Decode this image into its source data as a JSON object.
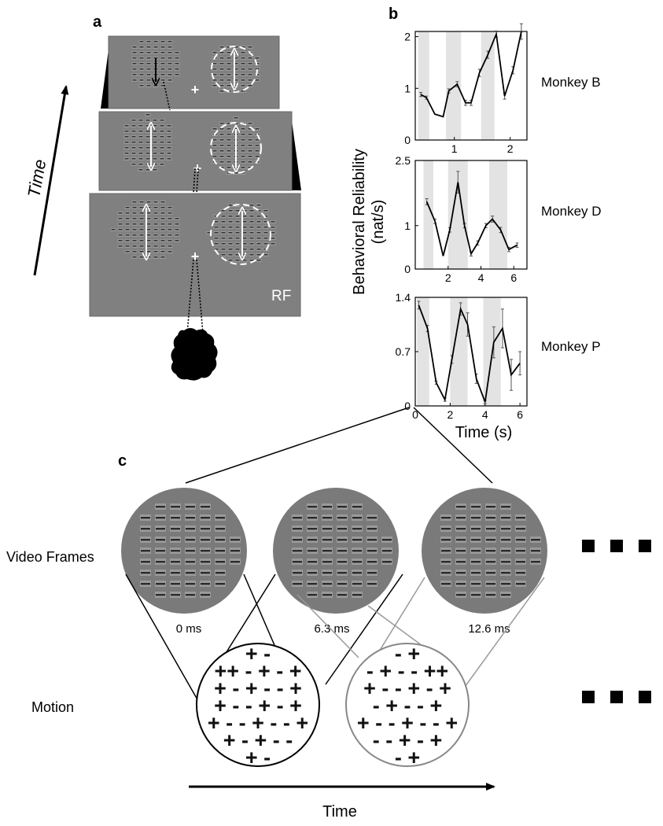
{
  "figure": {
    "panel_a": {
      "letter": "a",
      "time_label": "Time",
      "rf_label": "RF",
      "fixation_symbol": "+"
    },
    "panel_b": {
      "letter": "b",
      "ylabel_line1": "Behavioral Reliability",
      "ylabel_line2": "(nat/s)",
      "xlabel": "Time (s)"
    },
    "panel_c": {
      "letter": "c",
      "row_labels": [
        "Video Frames",
        "Motion"
      ],
      "frame_times": [
        "0 ms",
        "6.3 ms",
        "12.6 ms"
      ],
      "time_label": "Time",
      "motion_sign_rows": [
        [
          "+ -",
          "++ - + - +",
          "+ - + - - +",
          "+ - - + - +",
          "+ - - + - - +",
          "+ - + - -",
          "+ -"
        ],
        [
          "- +",
          "- + - - ++",
          "+ - - + - +",
          "- + - - +",
          "+ - - + - - +",
          "- - + - +",
          "- +"
        ]
      ]
    }
  },
  "chart_data": [
    {
      "type": "line",
      "name": "Monkey B",
      "x_ticks": [
        1,
        2
      ],
      "y_ticks": [
        0,
        1,
        2
      ],
      "xlim": [
        0.3,
        2.3
      ],
      "ylim": [
        0,
        2.1
      ],
      "shaded_intervals": [
        [
          0.35,
          0.55
        ],
        [
          0.85,
          1.12
        ],
        [
          1.48,
          1.72
        ]
      ],
      "x": [
        0.4,
        0.5,
        0.65,
        0.8,
        0.9,
        1.05,
        1.2,
        1.3,
        1.45,
        1.6,
        1.75,
        1.9,
        2.05,
        2.2
      ],
      "y": [
        0.88,
        0.82,
        0.5,
        0.45,
        0.95,
        1.08,
        0.72,
        0.72,
        1.3,
        1.65,
        2.05,
        0.85,
        1.35,
        2.1
      ],
      "errors": [
        0.04,
        0.03,
        0.0,
        0.0,
        0.04,
        0.05,
        0.05,
        0.05,
        0.07,
        0.07,
        0.06,
        0.06,
        0.07,
        0.15
      ]
    },
    {
      "type": "line",
      "name": "Monkey D",
      "x_ticks": [
        2,
        4,
        6
      ],
      "y_ticks": [
        0,
        1,
        2.5
      ],
      "xlim": [
        0,
        6.8
      ],
      "ylim": [
        0,
        2.5
      ],
      "shaded_intervals": [
        [
          0.5,
          1.1
        ],
        [
          2.0,
          3.2
        ],
        [
          4.5,
          5.6
        ]
      ],
      "x": [
        0.7,
        1.2,
        1.7,
        2.1,
        2.6,
        3.0,
        3.4,
        3.8,
        4.3,
        4.7,
        5.2,
        5.7,
        6.2
      ],
      "y": [
        1.55,
        1.1,
        0.3,
        0.9,
        2.0,
        1.0,
        0.35,
        0.6,
        1.0,
        1.15,
        0.9,
        0.45,
        0.55
      ],
      "errors": [
        0.07,
        0.05,
        0.0,
        0.05,
        0.25,
        0.05,
        0.05,
        0.05,
        0.05,
        0.07,
        0.06,
        0.05,
        0.05
      ]
    },
    {
      "type": "line",
      "name": "Monkey P",
      "x_ticks": [
        0,
        2,
        4,
        6
      ],
      "y_ticks": [
        0,
        0.7,
        1.4
      ],
      "xlim": [
        0,
        6.4
      ],
      "ylim": [
        0,
        1.4
      ],
      "shaded_intervals": [
        [
          0.1,
          0.8
        ],
        [
          2.0,
          3.0
        ],
        [
          3.9,
          4.9
        ]
      ],
      "x": [
        0.2,
        0.7,
        1.2,
        1.7,
        2.1,
        2.6,
        3.0,
        3.5,
        4.0,
        4.5,
        5.0,
        5.5,
        6.0
      ],
      "y": [
        1.3,
        1.0,
        0.3,
        0.08,
        0.6,
        1.25,
        1.05,
        0.35,
        0.05,
        0.82,
        1.0,
        0.4,
        0.55
      ],
      "errors": [
        0.05,
        0.04,
        0.02,
        0.02,
        0.05,
        0.08,
        0.15,
        0.06,
        0.02,
        0.2,
        0.25,
        0.2,
        0.15
      ]
    }
  ]
}
